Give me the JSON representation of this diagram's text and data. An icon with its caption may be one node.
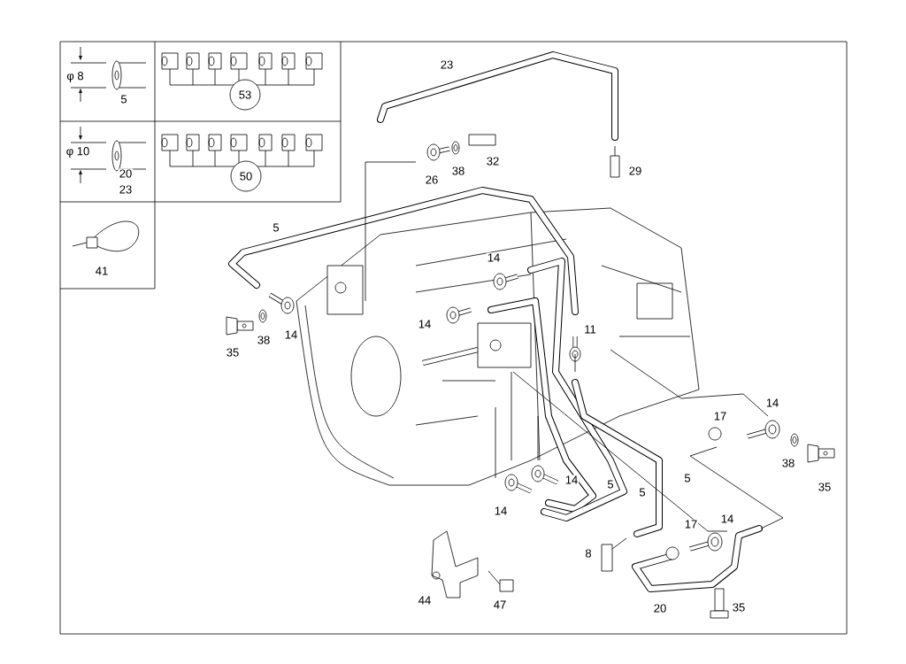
{
  "diagram": {
    "nodes": [
      {
        "text": [
          "53"
        ]
      },
      {
        "text": [
          "50"
        ]
      }
    ],
    "labels": [
      "φ 8",
      "5",
      "φ 10",
      "20",
      "23",
      "41",
      "23",
      "26",
      "38",
      "32",
      "29",
      "5",
      "14",
      "14",
      "11",
      "35",
      "38",
      "14",
      "14",
      "17",
      "38",
      "35",
      "5",
      "5",
      "5",
      "14",
      "14",
      "14",
      "17",
      "8",
      "44",
      "47",
      "20",
      "35"
    ]
  }
}
